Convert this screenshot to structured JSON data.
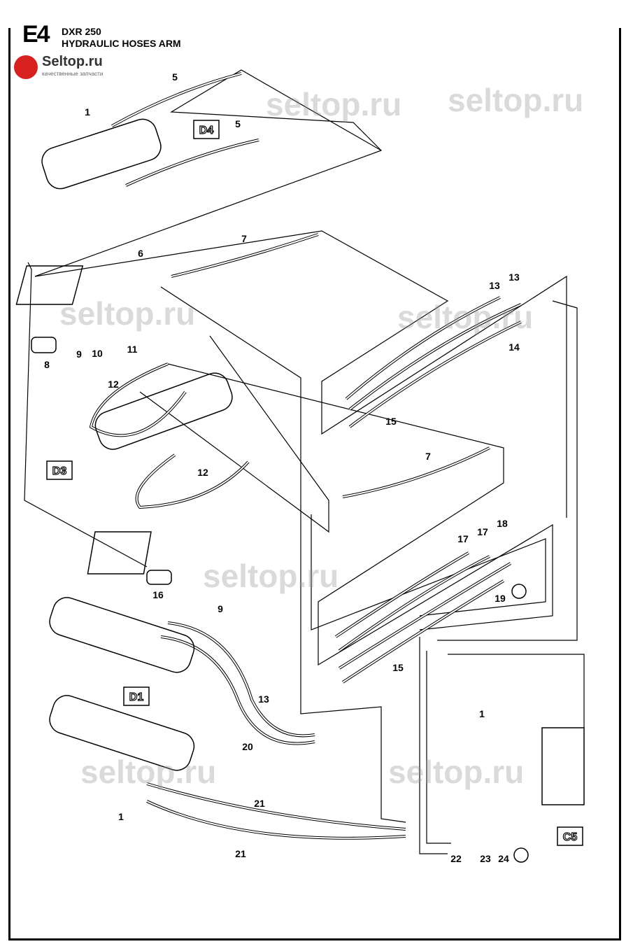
{
  "header": {
    "section": "E4",
    "model": "DXR 250",
    "title": "HYDRAULIC HOSES ARM"
  },
  "logo": {
    "brand": "Seltop.ru",
    "tagline": "качественные запчасти"
  },
  "watermark": "seltop.ru",
  "callouts": [
    "5",
    "1",
    "5",
    "7",
    "6",
    "13",
    "13",
    "14",
    "8",
    "9",
    "10",
    "11",
    "12",
    "15",
    "12",
    "7",
    "17",
    "17",
    "18",
    "19",
    "16",
    "9",
    "15",
    "13",
    "20",
    "1",
    "21",
    "21",
    "1",
    "22",
    "23",
    "24"
  ],
  "references": [
    "D4",
    "D3",
    "D1",
    "C5"
  ],
  "colors": {
    "line": "#000000",
    "logo": "#d8201f",
    "watermark": "#969696"
  }
}
